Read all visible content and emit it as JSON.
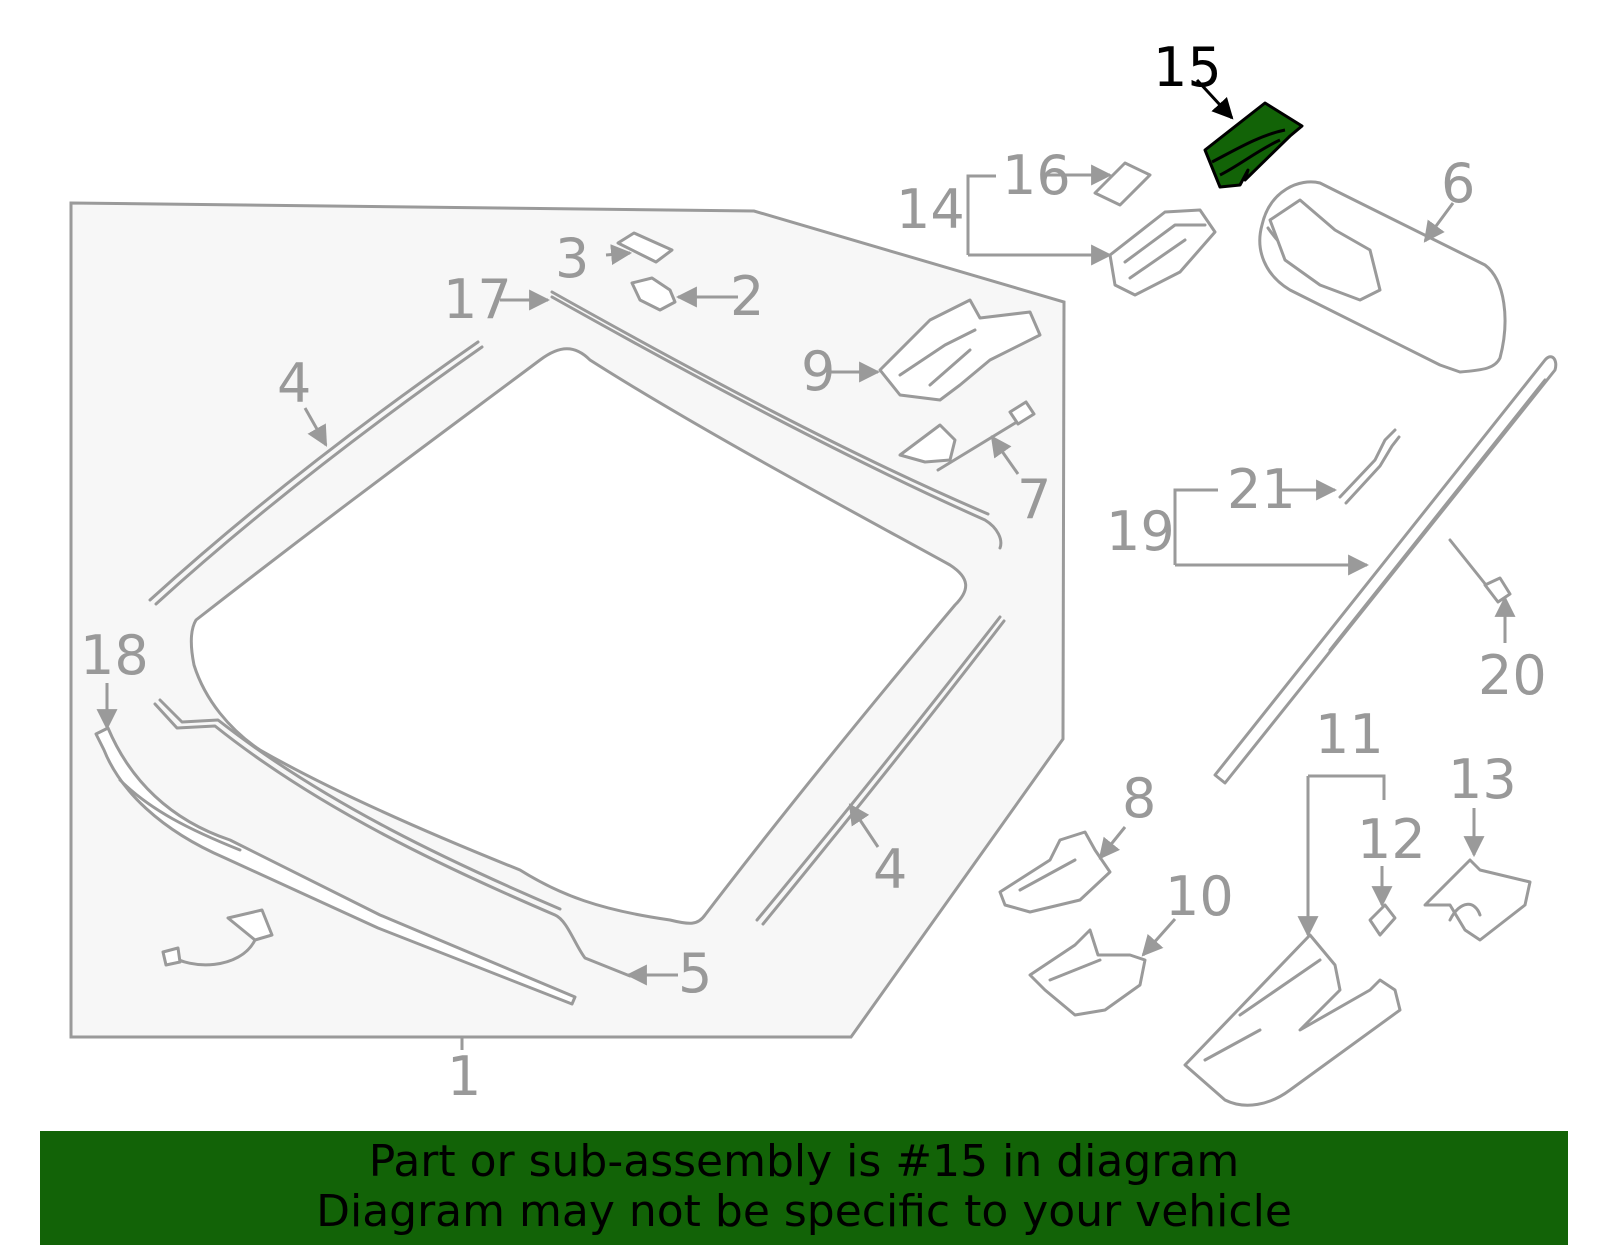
{
  "diagram": {
    "highlight_color": "#126307",
    "line_color": "#9a9a9a",
    "panel_color": "#f7f7f7",
    "highlighted_part": "15",
    "callouts": [
      "1",
      "2",
      "3",
      "4",
      "4",
      "5",
      "6",
      "7",
      "8",
      "9",
      "10",
      "11",
      "12",
      "13",
      "14",
      "15",
      "16",
      "17",
      "18",
      "19",
      "20",
      "21"
    ]
  },
  "banner": {
    "line1": "Part or sub-assembly is #15 in diagram",
    "line2": "Diagram may not be specific to your vehicle",
    "background": "#126307"
  }
}
